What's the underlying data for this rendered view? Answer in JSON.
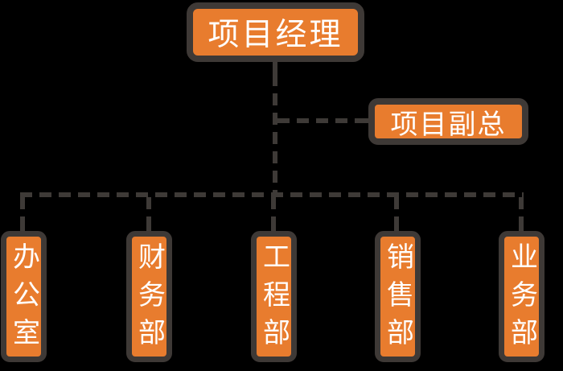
{
  "diagram": {
    "type": "org-chart",
    "root": {
      "label": "项目经理"
    },
    "deputy": {
      "label": "项目副总"
    },
    "departments": [
      {
        "label": "办公室"
      },
      {
        "label": "财务部"
      },
      {
        "label": "工程部"
      },
      {
        "label": "销售部"
      },
      {
        "label": "业务部"
      }
    ]
  },
  "colors": {
    "background": "#000000",
    "node_fill": "#E87C2E",
    "node_border": "#3E3936",
    "connector": "#3E3A37",
    "text": "#FFFFFF"
  }
}
